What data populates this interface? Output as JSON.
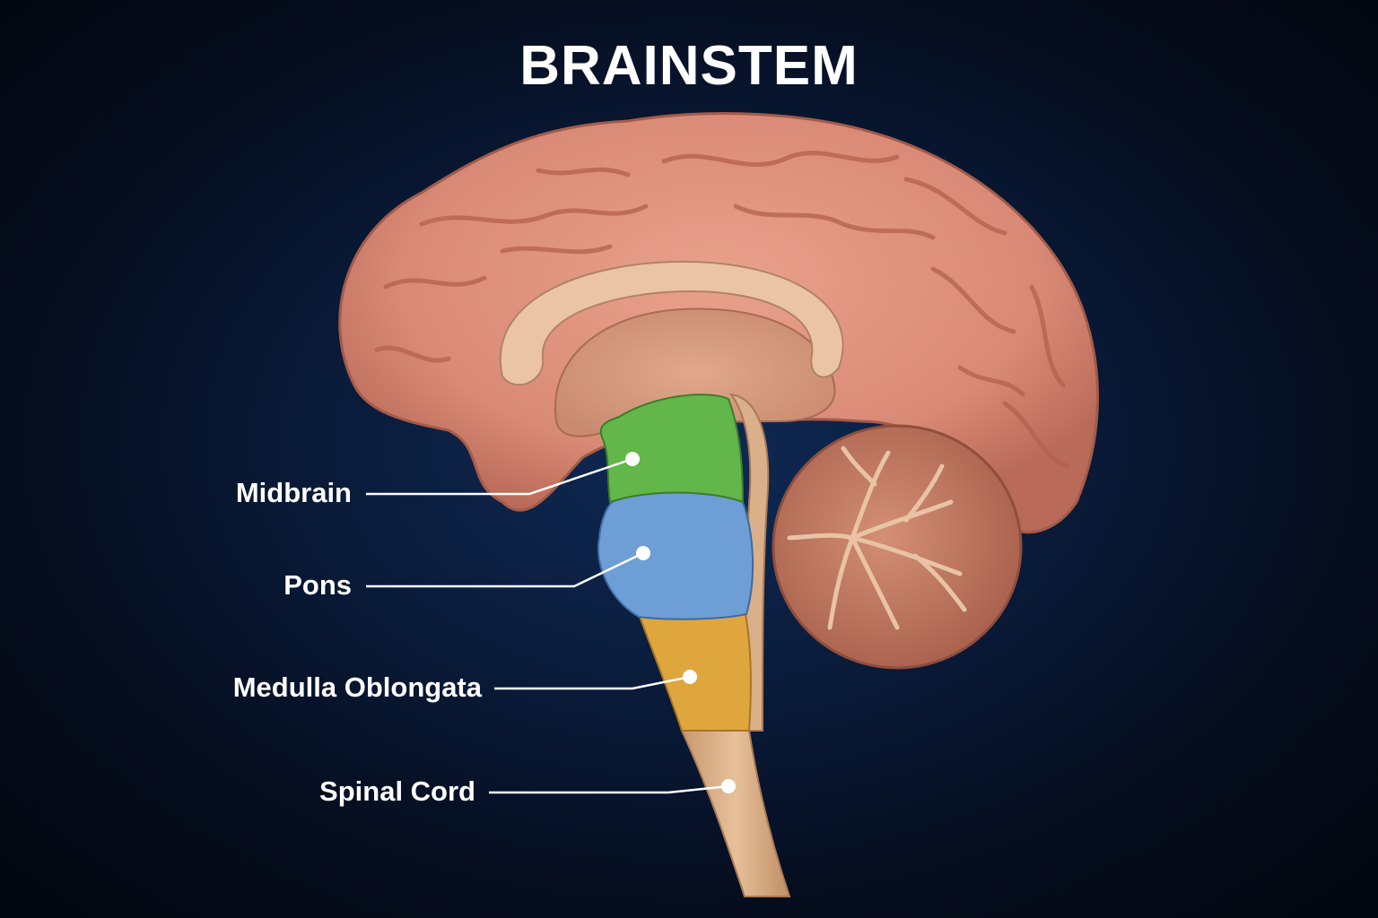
{
  "title": "BRAINSTEM",
  "labels": {
    "midbrain": "Midbrain",
    "pons": "Pons",
    "medulla": "Medulla Oblongata",
    "spinal_cord": "Spinal Cord"
  },
  "colors": {
    "cerebrum": "#d98a76",
    "midbrain": "#63b649",
    "pons": "#6d9ed6",
    "medulla": "#e0a63e",
    "spinal_cord": "#d9b08a",
    "cerebellum": "#c27a62"
  }
}
